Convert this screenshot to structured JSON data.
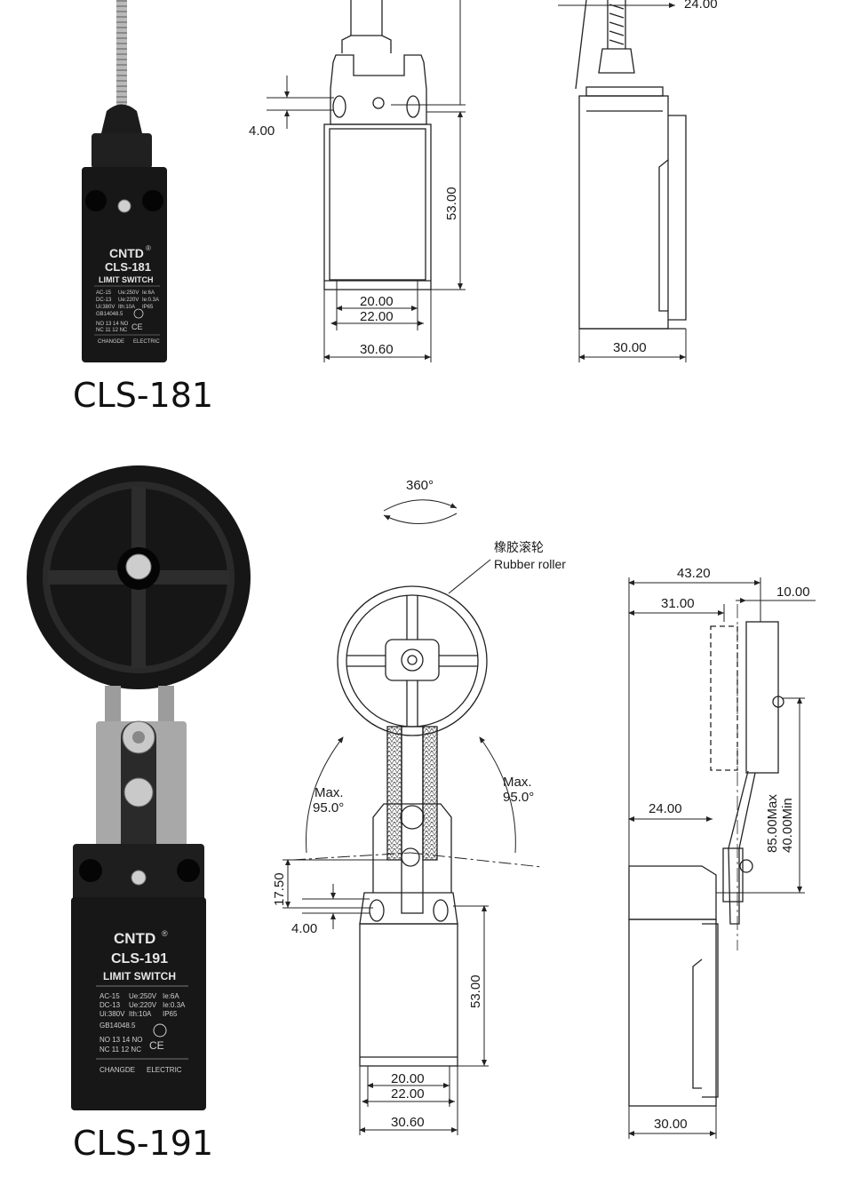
{
  "products": [
    {
      "model_caption": "CLS-181",
      "photo_label": {
        "brand": "CNTD",
        "registered_mark": "®",
        "model": "CLS-181",
        "type": "LIMIT SWITCH",
        "specs": [
          "AC-15",
          "Ue:250V",
          "Ie:6A",
          "DC-13",
          "Ue:220V",
          "Ie:0.3A",
          "Ui:380V",
          "Ith:10A",
          "IP65",
          "GB14048.5"
        ],
        "contacts": [
          "NO 13 14 NO",
          "NC 11 12 NC"
        ],
        "maker": [
          "CHANGDE",
          "ELECTRIC"
        ]
      },
      "front_view_dims": [
        "4.00",
        "53.00",
        "20.00",
        "22.00",
        "30.60"
      ],
      "side_view_dims": [
        "24.00",
        "30.00"
      ]
    },
    {
      "model_caption": "CLS-191",
      "photo_label": {
        "brand": "CNTD",
        "registered_mark": "®",
        "model": "CLS-191",
        "type": "LIMIT SWITCH",
        "specs": [
          "AC-15",
          "Ue:250V",
          "Ie:6A",
          "DC-13",
          "Ue:220V",
          "Ie:0.3A",
          "Ui:380V",
          "Ith:10A",
          "IP65",
          "GB14048.5"
        ],
        "contacts": [
          "NO 13 14 NO",
          "NC 11 12 NC"
        ],
        "maker": [
          "CHANGDE",
          "ELECTRIC"
        ]
      },
      "rotation_label": "360°",
      "roller_label_cn": "橡胶滚轮",
      "roller_label_en": "Rubber roller",
      "angle_left": [
        "Max.",
        "95.0°"
      ],
      "angle_right": [
        "Max.",
        "95.0°"
      ],
      "front_view_dims": [
        "17.50",
        "4.00",
        "53.00",
        "20.00",
        "22.00",
        "30.60"
      ],
      "side_view_dims": [
        "43.20",
        "31.00",
        "10.00",
        "24.00",
        "85.00Max",
        "40.00Min",
        "30.00"
      ]
    }
  ]
}
